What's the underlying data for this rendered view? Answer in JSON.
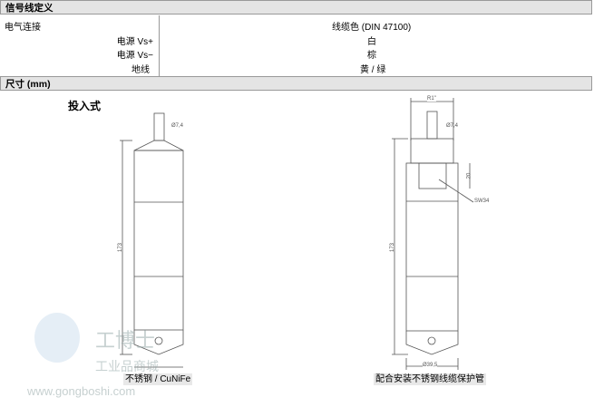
{
  "signal": {
    "title": "信号线定义",
    "connection_label": "电气连接",
    "color_header": "线缆色 (DIN 47100)",
    "rows": [
      {
        "label": "电源 Vs+",
        "color": "白"
      },
      {
        "label": "电源 Vs−",
        "color": "棕"
      },
      {
        "label": "地线",
        "color": "黄 / 绿"
      }
    ]
  },
  "dimensions": {
    "title": "尺寸 (mm)",
    "left": {
      "title": "投入式",
      "cable_dia": "Ø7,4",
      "length": "173",
      "caption": "不锈钢 / CuNiFe"
    },
    "right": {
      "thread": "R1\"",
      "cable_dia": "Ø7,4",
      "hex_height": "20",
      "wrench": "SW34",
      "length": "173",
      "diameter": "Ø39,5",
      "caption": "配合安装不锈钢线缆保护管"
    }
  },
  "watermark": {
    "brand": "工博士",
    "sub": "工业品商城",
    "url": "www.gongboshi.com"
  }
}
